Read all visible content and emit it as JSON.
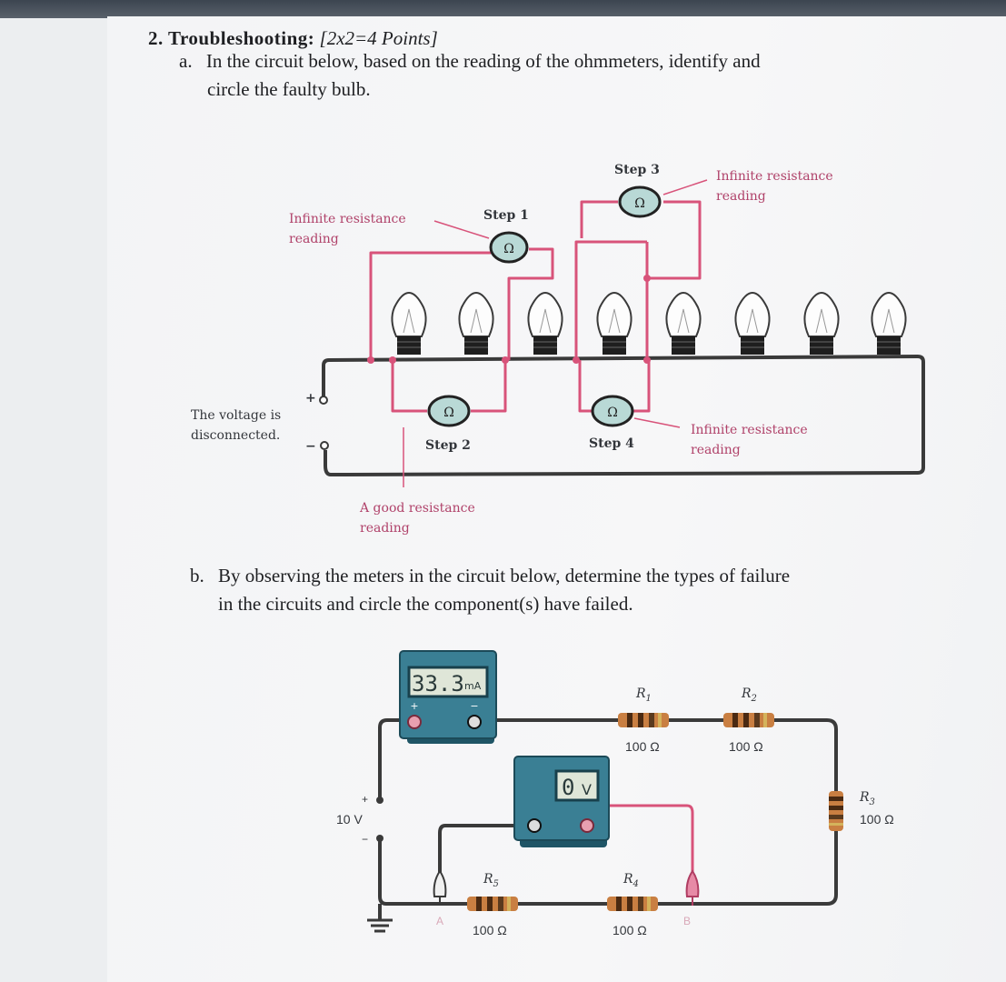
{
  "question": {
    "number": "2.",
    "title": "Troubleshooting:",
    "points": "[2x2=4 Points]"
  },
  "part_a": {
    "letter": "a.",
    "text_line1": "In the circuit below, based on the reading of the ohmmeters, identify and",
    "text_line2": "circle the faulty bulb.",
    "figure": {
      "step1_label": "Step 1",
      "step2_label": "Step 2",
      "step3_label": "Step 3",
      "step4_label": "Step 4",
      "ohm_symbol": "Ω",
      "infinite_line1": "Infinite resistance",
      "infinite_line2": "reading",
      "good_line1": "A good resistance",
      "good_line2": "reading",
      "voltage_line1": "The voltage is",
      "voltage_line2": "disconnected.",
      "plus": "+",
      "minus": "−",
      "bulb_count": 8
    }
  },
  "part_b": {
    "letter": "b.",
    "text_line1": "By observing the meters in the circuit below, determine the types of failure",
    "text_line2": "in the circuits and circle the component(s) have failed.",
    "figure": {
      "ammeter_reading": "33.3",
      "ammeter_unit": "mA",
      "voltmeter_reading": "0",
      "voltmeter_unit": "V",
      "source_voltage": "10 V",
      "plus": "+",
      "minus": "−",
      "node_a": "A",
      "node_b": "B",
      "resistors": [
        {
          "name": "R",
          "sub": "1",
          "value": "100 Ω"
        },
        {
          "name": "R",
          "sub": "2",
          "value": "100 Ω"
        },
        {
          "name": "R",
          "sub": "3",
          "value": "100 Ω"
        },
        {
          "name": "R",
          "sub": "4",
          "value": "100 Ω"
        },
        {
          "name": "R",
          "sub": "5",
          "value": "100 Ω"
        }
      ]
    }
  },
  "colors": {
    "wire_dark": "#3a3a3a",
    "wire_pink": "#d8537a",
    "meter_teal": "#2d6d80",
    "label_pink": "#b0426a"
  }
}
